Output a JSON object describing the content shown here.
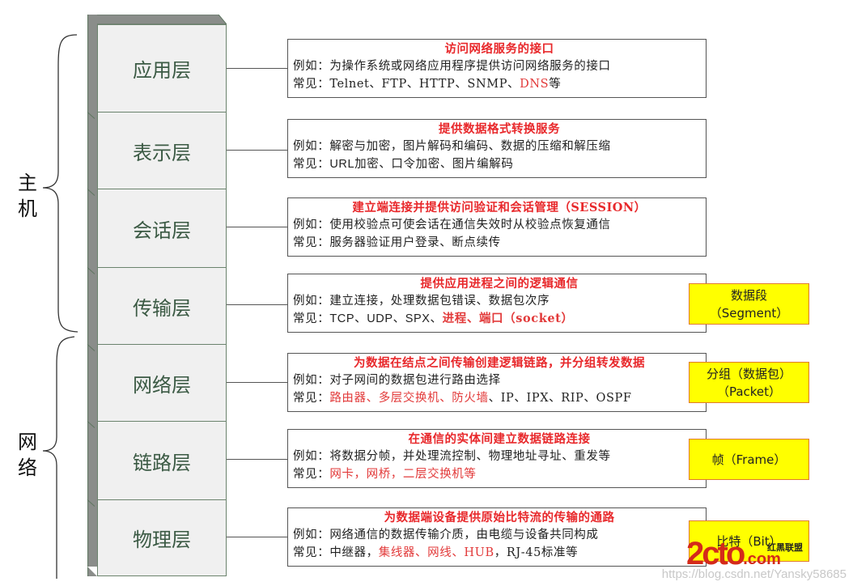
{
  "groups": [
    {
      "label_line1": "主",
      "label_line2": "机",
      "spans": "top four layers"
    },
    {
      "label_line1": "网",
      "label_line2": "络",
      "spans": "bottom three layers"
    }
  ],
  "layers": [
    {
      "name": "应用层",
      "title": "访问网络服务的接口",
      "example_prefix": "例如：",
      "example": "为操作系统或网络应用程序提供访问网络服务的接口",
      "common_prefix": "常见：",
      "common_black": "Telnet、FTP、HTTP、SNMP、",
      "common_red": "DNS",
      "common_tail": "等"
    },
    {
      "name": "表示层",
      "title": "提供数据格式转换服务",
      "example_prefix": "例如：",
      "example": "解密与加密，图片解码和编码、数据的压缩和解压缩",
      "common_prefix": "常见：",
      "common_black": "URL加密、口令加密、图片编解码"
    },
    {
      "name": "会话层",
      "title": "建立端连接并提供访问验证和会话管理（SESSION）",
      "example_prefix": "例如：",
      "example": "使用校验点可使会话在通信失效时从校验点恢复通信",
      "common_prefix": "常见：",
      "common_black": "服务器验证用户登录、断点续传"
    },
    {
      "name": "传输层",
      "title": "提供应用进程之间的逻辑通信",
      "example_prefix": "例如：",
      "example": "建立连接，处理数据包错误、数据包次序",
      "common_prefix": "常见：",
      "common_black": "TCP、UDP、SPX、",
      "common_red": "进程、端口（socket）",
      "pdu_line1": "数据段",
      "pdu_line2": "（Segment）"
    },
    {
      "name": "网络层",
      "title": "为数据在结点之间传输创建逻辑链路，并分组转发数据",
      "example_prefix": "例如：",
      "example": "对子网间的数据包进行路由选择",
      "common_prefix": "常见：",
      "common_red": "路由器、多层交换机、防火墙",
      "common_black": "、IP、IPX、RIP、OSPF",
      "pdu_line1": "分组（数据包）",
      "pdu_line2": "（Packet）"
    },
    {
      "name": "链路层",
      "title": "在通信的实体间建立数据链路连接",
      "example_prefix": "例如：",
      "example": "将数据分帧，并处理流控制、物理地址寻址、重发等",
      "common_prefix": "常见：",
      "common_red": "网卡，网桥，二层交换机等",
      "pdu_line1": "帧（Frame）"
    },
    {
      "name": "物理层",
      "title": "为数据端设备提供原始比特流的传输的通路",
      "example_prefix": "例如：",
      "example": "网络通信的数据传输介质，由电缆与设备共同构成",
      "common_prefix": "常见：",
      "common_black": "中继器，",
      "common_red": "集线器、网线、HUB",
      "common_tail": "，RJ-45标准等",
      "pdu_line1": "比特（Bit）"
    }
  ],
  "watermark": {
    "logo": "2cto",
    "logo_suffix": ".com",
    "logo_cn": "红黑联盟",
    "url": "https://blog.csdn.net/Yansky58685"
  },
  "colors": {
    "title_red": "#e8282b",
    "pdu_yellow": "#ffff00",
    "pdu_border": "#e07a2a",
    "layer_face": "#f0f0f0",
    "layer_text": "#3b5a44"
  }
}
